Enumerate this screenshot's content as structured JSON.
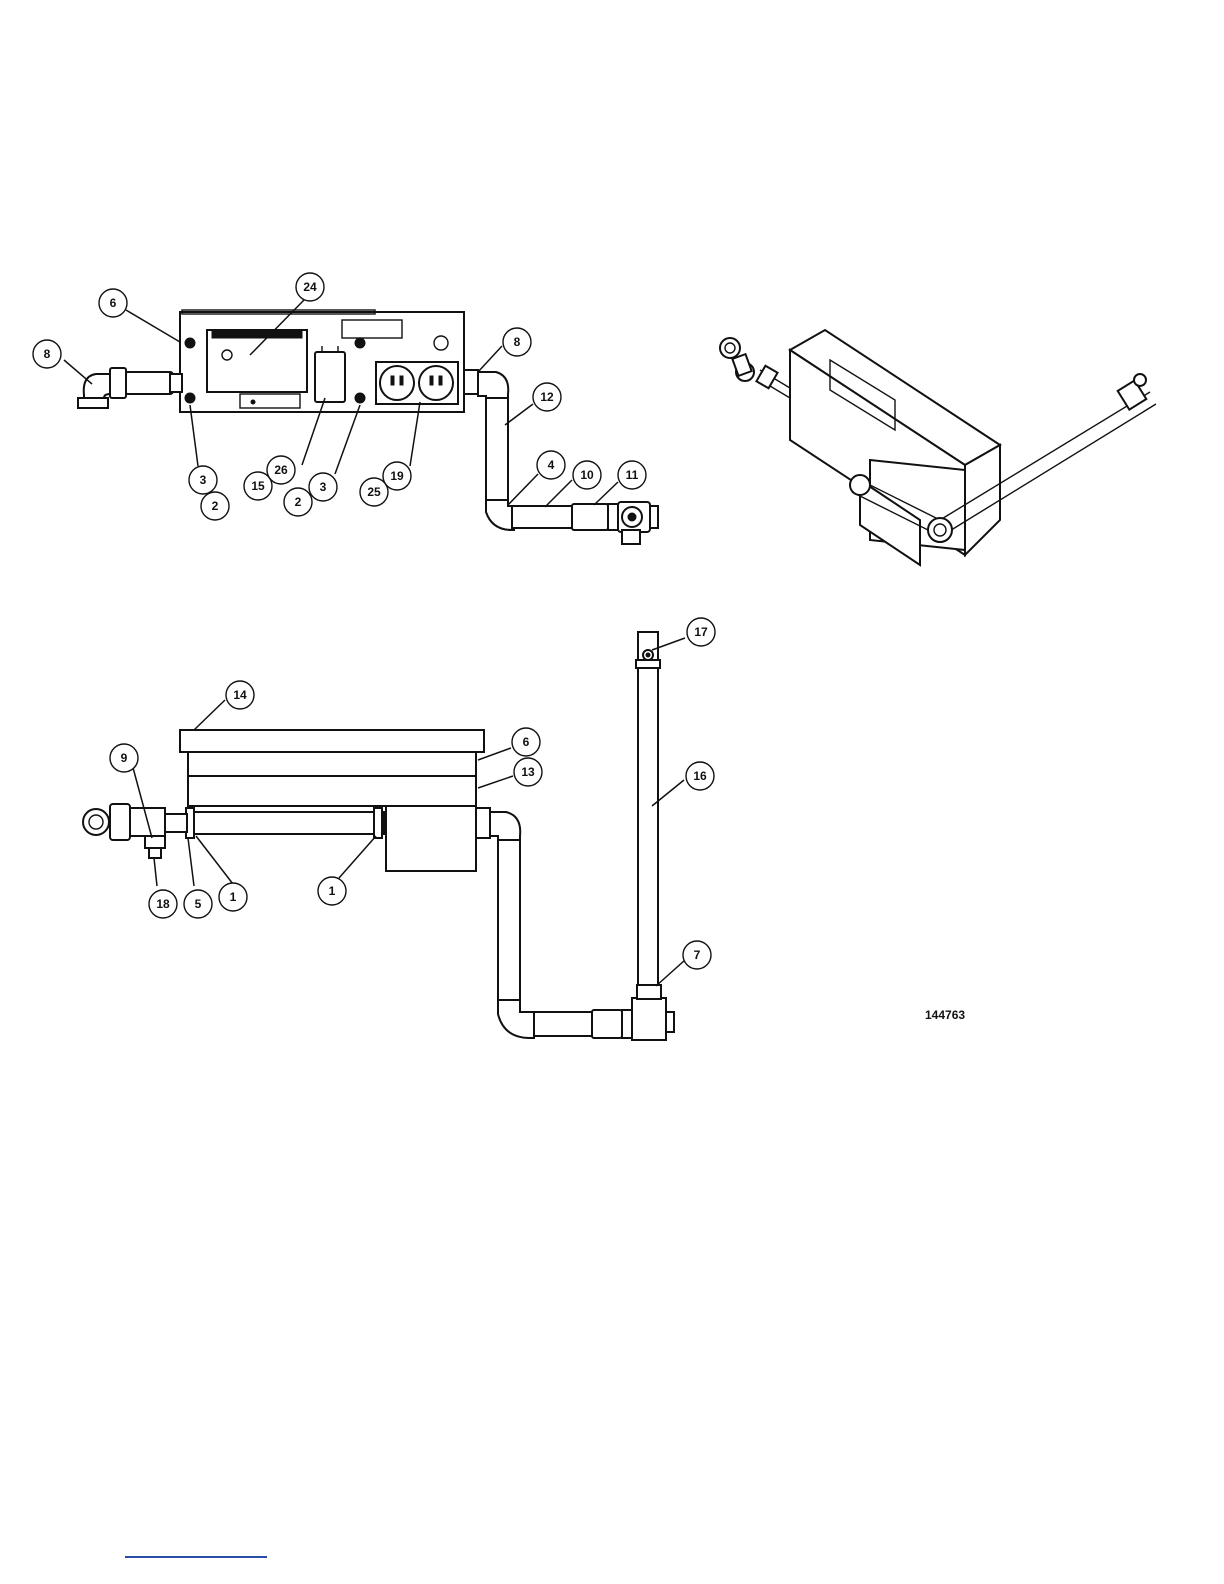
{
  "figure_id": "144763",
  "callouts": [
    {
      "label": "6"
    },
    {
      "label": "24"
    },
    {
      "label": "8"
    },
    {
      "label": "8"
    },
    {
      "label": "12"
    },
    {
      "label": "3"
    },
    {
      "label": "2"
    },
    {
      "label": "26"
    },
    {
      "label": "15"
    },
    {
      "label": "2"
    },
    {
      "label": "3"
    },
    {
      "label": "19"
    },
    {
      "label": "25"
    },
    {
      "label": "4"
    },
    {
      "label": "10"
    },
    {
      "label": "11"
    },
    {
      "label": "14"
    },
    {
      "label": "17"
    },
    {
      "label": "6"
    },
    {
      "label": "13"
    },
    {
      "label": "9"
    },
    {
      "label": "16"
    },
    {
      "label": "1"
    },
    {
      "label": "18"
    },
    {
      "label": "5"
    },
    {
      "label": "1"
    },
    {
      "label": "7"
    }
  ],
  "colors": {
    "line": "#111111",
    "background": "#ffffff",
    "link_underline": "#2a4ea8"
  }
}
